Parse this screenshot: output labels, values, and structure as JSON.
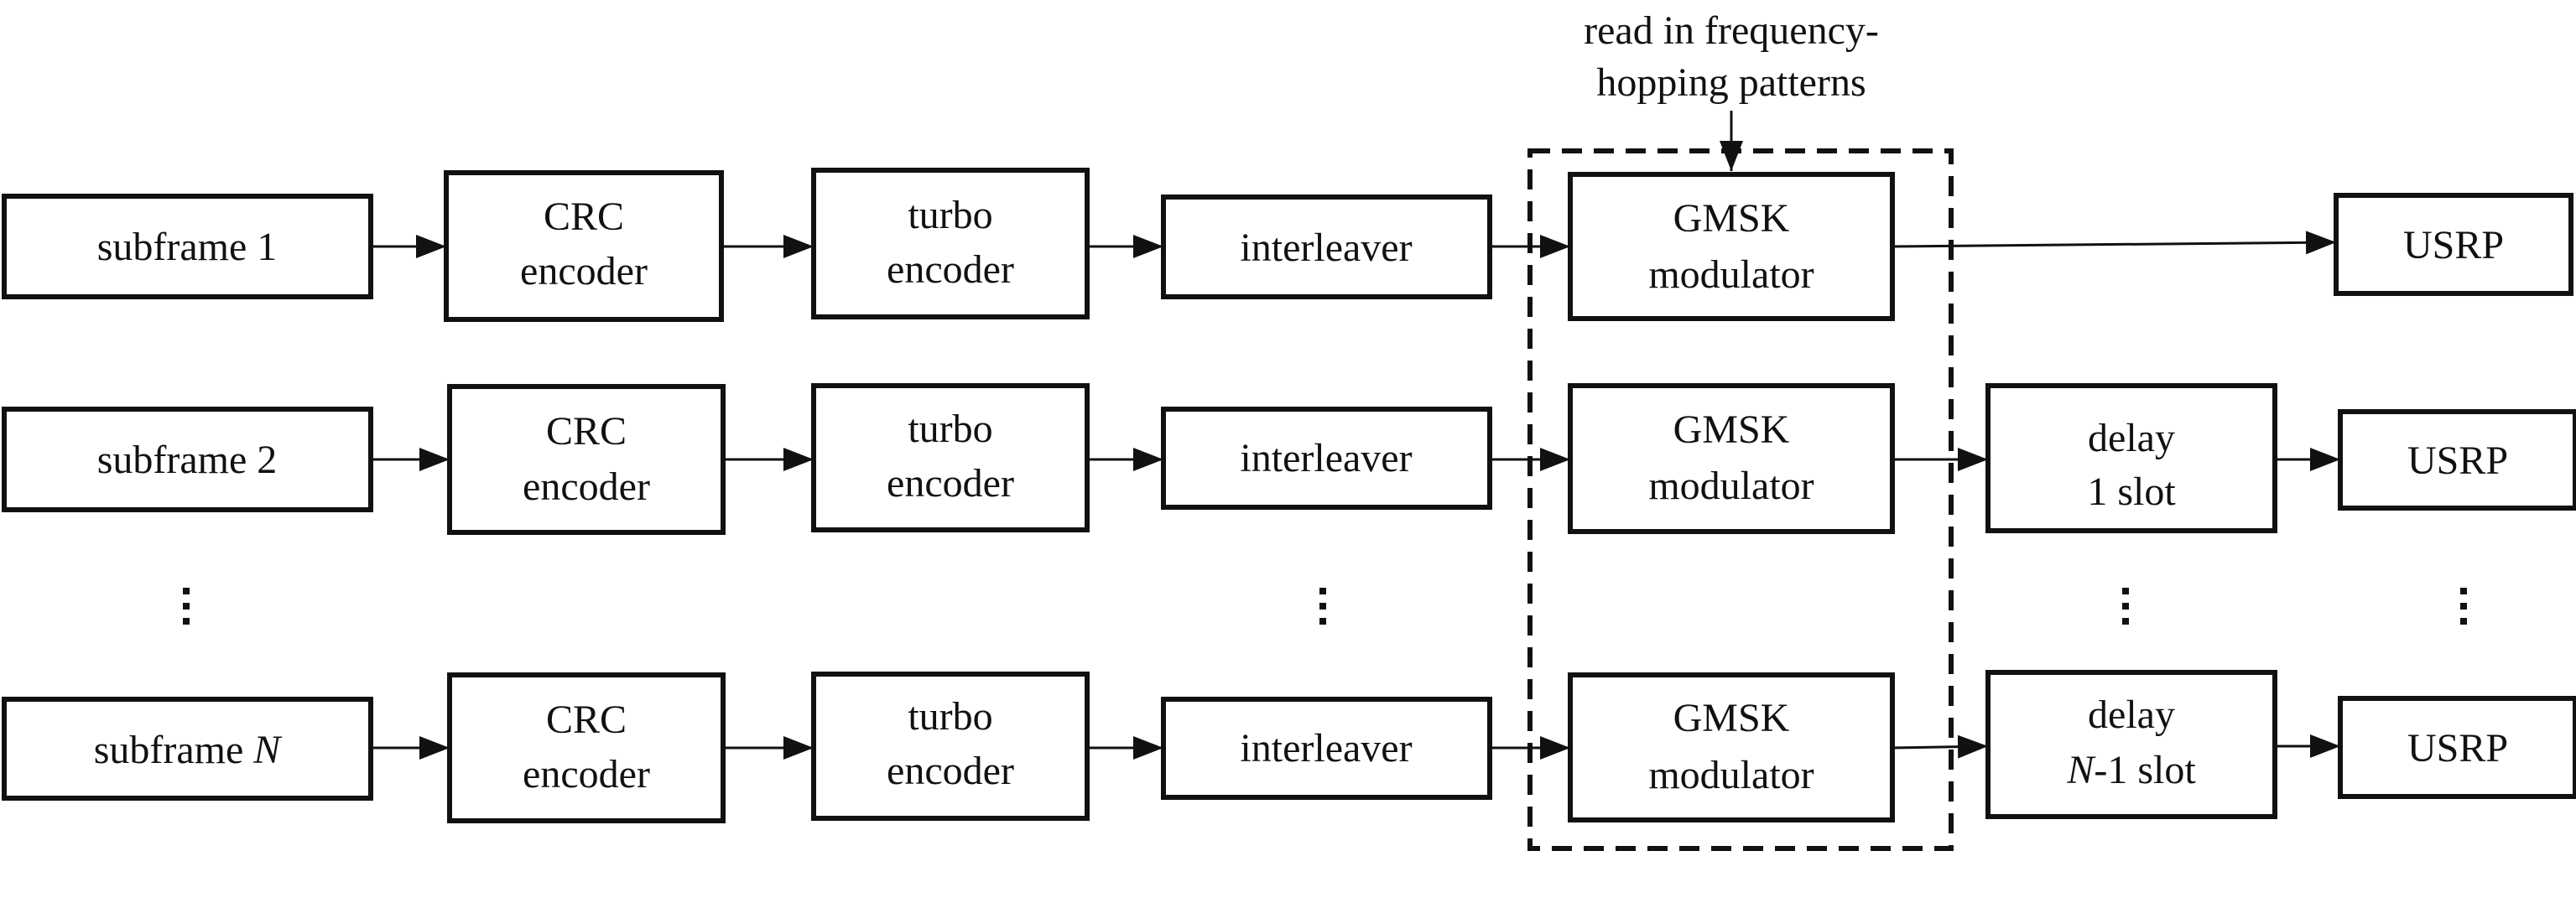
{
  "annotation": [
    "read in frequency-",
    "hopping patterns"
  ],
  "rows": {
    "row1": {
      "source": {
        "text": "subframe ",
        "var": "1"
      },
      "crc": [
        "CRC",
        "encoder"
      ],
      "turbo": [
        "turbo",
        "encoder"
      ],
      "interleaver": "interleaver",
      "modulator": [
        "GMSK",
        "modulator"
      ],
      "usrp": "USRP"
    },
    "row2": {
      "source": {
        "text": "subframe ",
        "var": "2"
      },
      "crc": [
        "CRC",
        "encoder"
      ],
      "turbo": [
        "turbo",
        "encoder"
      ],
      "interleaver": "interleaver",
      "modulator": [
        "GMSK",
        "modulator"
      ],
      "delay": {
        "line1": "delay",
        "line2_var": "",
        "line2_text": "1 slot"
      },
      "usrp": "USRP"
    },
    "rowN": {
      "source": {
        "text": "subframe ",
        "var": "N"
      },
      "crc": [
        "CRC",
        "encoder"
      ],
      "turbo": [
        "turbo",
        "encoder"
      ],
      "interleaver": "interleaver",
      "modulator": [
        "GMSK",
        "modulator"
      ],
      "delay": {
        "line1": "delay",
        "line2_var": "N",
        "line2_text": "-1 slot"
      },
      "usrp": "USRP"
    }
  }
}
